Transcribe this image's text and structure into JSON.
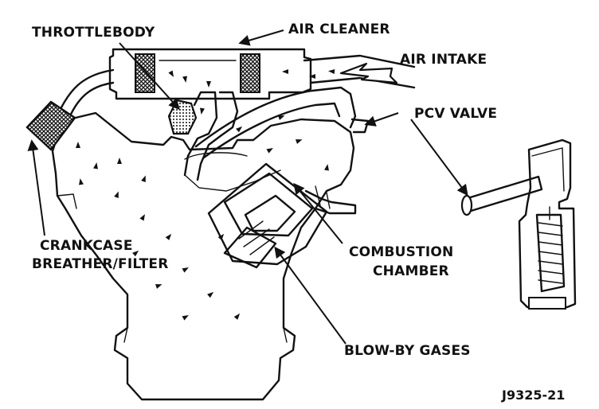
{
  "labels": {
    "throttlebody": "THROTTLEBODY",
    "air_cleaner": "AIR CLEANER",
    "air_intake": "AIR INTAKE",
    "pcv_valve": "PCV VALVE",
    "crankcase_line1": "CRANKCASE",
    "crankcase_line2": "BREATHER/FILTER",
    "combustion_line1": "COMBUSTION",
    "combustion_line2": "CHAMBER",
    "blow_by": "BLOW-BY GASES"
  },
  "figure_code": "J9325-21",
  "colors": {
    "ink": "#111111",
    "paper": "#ffffff"
  }
}
